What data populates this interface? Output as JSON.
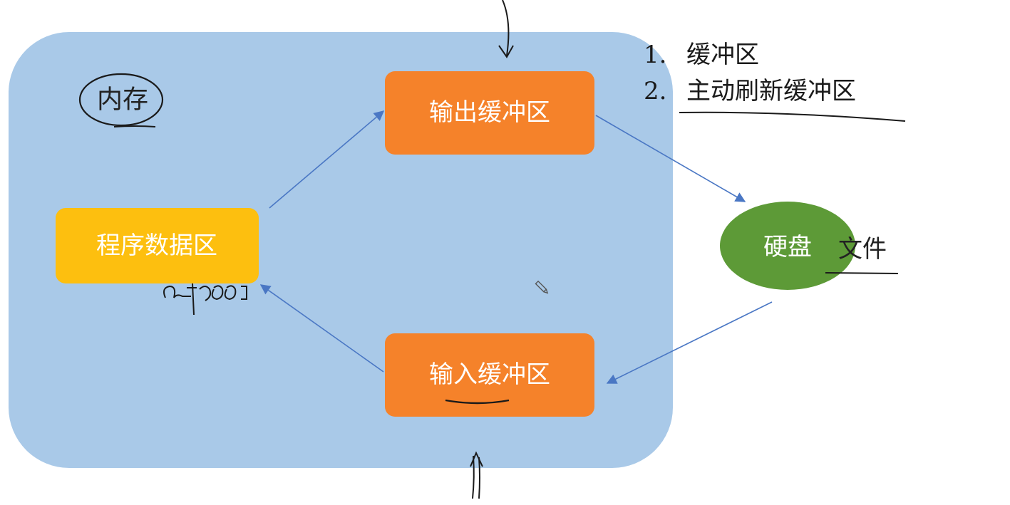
{
  "diagram": {
    "memory_label": "内存",
    "nodes": {
      "program_data": "程序数据区",
      "output_buffer": "输出缓冲区",
      "input_buffer": "输入缓冲区",
      "disk": "硬盘"
    },
    "annotations": {
      "file_label": "文件"
    },
    "notes": [
      {
        "number": "1.",
        "text": "缓冲区"
      },
      {
        "number": "2.",
        "text": "主动刷新缓冲区"
      }
    ],
    "colors": {
      "memory_region": "#a9c9e8",
      "program_data": "#fdbf0f",
      "buffers": "#f5822a",
      "disk": "#5d9a37",
      "arrows": "#4a77c4",
      "ink": "#1a1a1a"
    }
  }
}
